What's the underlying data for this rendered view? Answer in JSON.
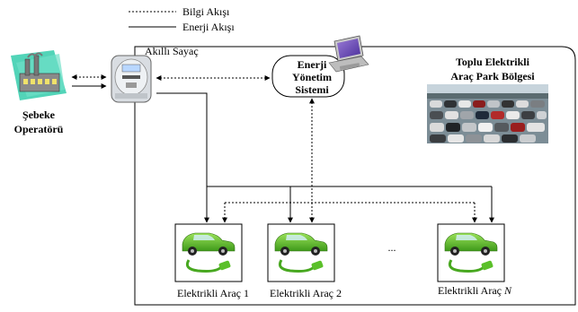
{
  "legend": {
    "info_flow": "Bilgi Akışı",
    "energy_flow": "Enerji Akışı"
  },
  "grid_operator": {
    "line1": "Şebeke",
    "line2": "Operatörü"
  },
  "smart_meter": {
    "label": "Akıllı Sayaç"
  },
  "ems": {
    "line1": "Enerji",
    "line2": "Yönetim",
    "line3": "Sistemi"
  },
  "parking_area": {
    "line1": "Toplu Elektrikli",
    "line2": "Araç Park Bölgesi"
  },
  "vehicles": [
    {
      "label": "Elektrikli Araç 1"
    },
    {
      "label": "Elektrikli Araç 2"
    },
    {
      "label": "Elektrikli Araç "
    },
    {
      "label_suffix": "N"
    }
  ],
  "ellipsis": "..."
}
